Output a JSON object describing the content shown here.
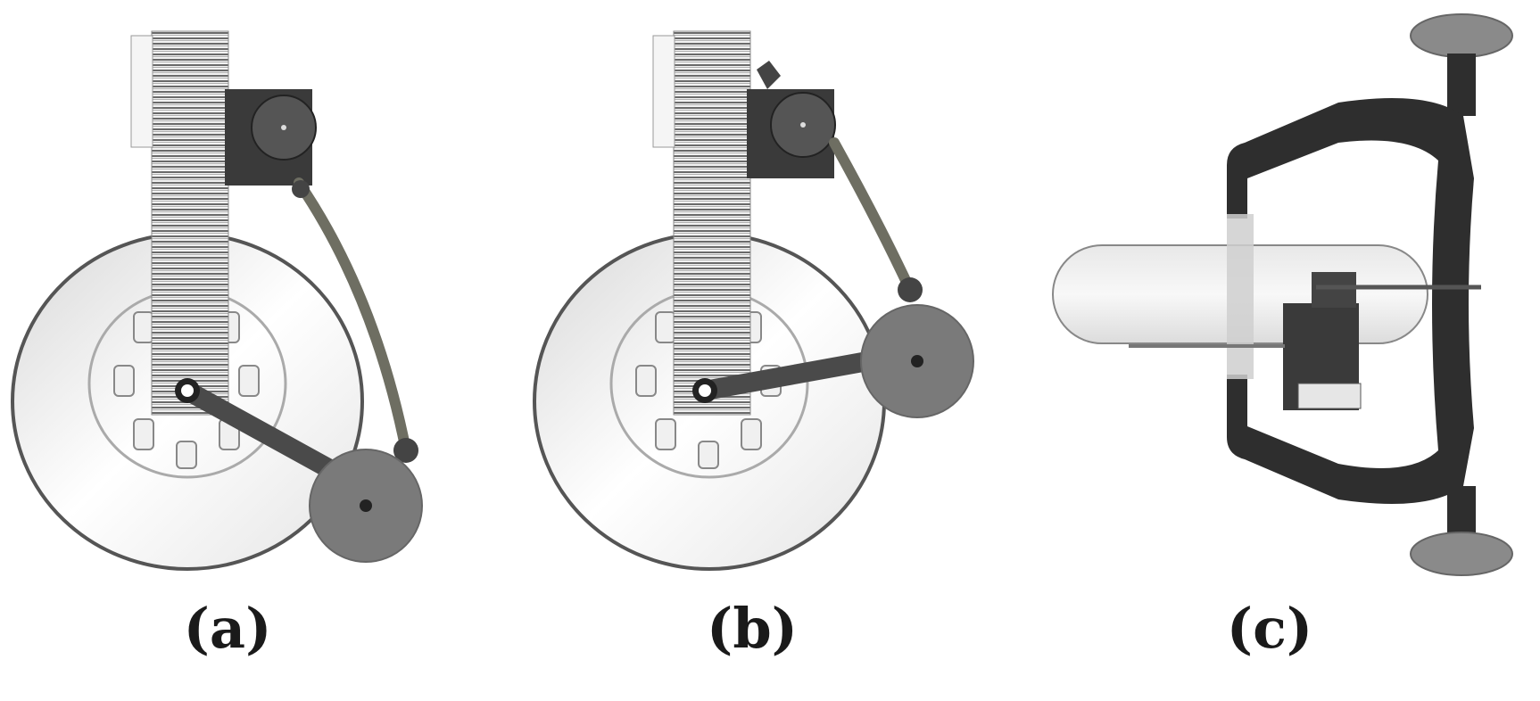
{
  "panels": [
    {
      "id": "a",
      "caption": "(a)"
    },
    {
      "id": "b",
      "caption": "(b)"
    },
    {
      "id": "c",
      "caption": "(c)"
    }
  ],
  "colors": {
    "tire_outline": "#555555",
    "arm": "#4a4a4a",
    "weight": "#7a7a7a",
    "motor_block": "#3a3a3a",
    "frame": "#2e2e2e",
    "handle_cap": "#8a8a8a",
    "background": "#ffffff"
  }
}
